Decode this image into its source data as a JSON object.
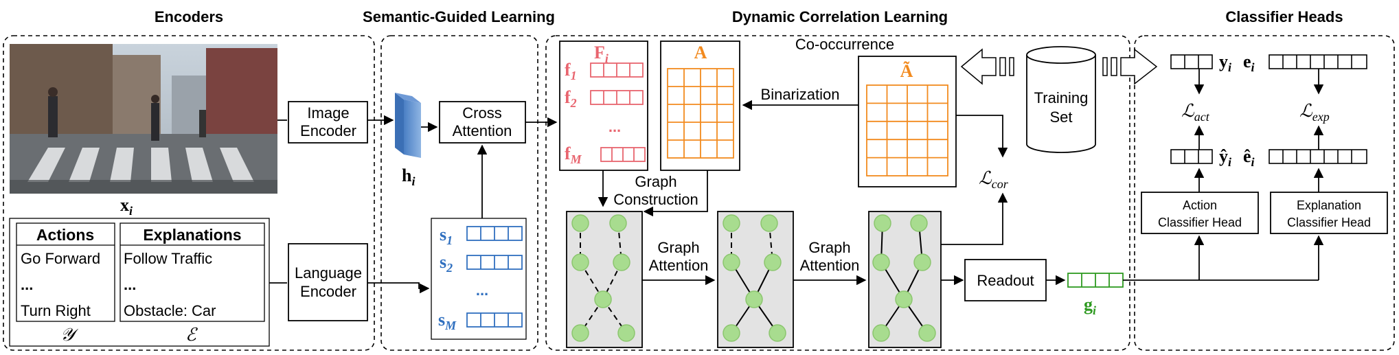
{
  "headers": {
    "encoders": "Encoders",
    "semantic": "Semantic-Guided Learning",
    "dynamic": "Dynamic Correlation Learning",
    "classifier": "Classifier Heads"
  },
  "encoders": {
    "image_encoder": [
      "Image",
      "Encoder"
    ],
    "language_encoder": [
      "Language",
      "Encoder"
    ],
    "x_label": "x",
    "x_sub": "i",
    "table": {
      "actions_header": "Actions",
      "explanations_header": "Explanations",
      "actions": [
        "Go Forward",
        "...",
        "Turn Right"
      ],
      "explanations": [
        "Follow Traffic",
        "...",
        "Obstacle: Car"
      ],
      "actions_symbol": "𝒴",
      "explanations_symbol": "ℰ"
    }
  },
  "semantic": {
    "h_label": "h",
    "h_sub": "i",
    "cross_attention": [
      "Cross",
      "Attention"
    ],
    "s_labels": [
      "s",
      "s",
      "s"
    ],
    "s_subs": [
      "1",
      "2",
      "M"
    ],
    "s_dots": "..."
  },
  "dynamic": {
    "F_label": "F",
    "F_sub": "i",
    "f_labels": [
      "f",
      "f",
      "f"
    ],
    "f_subs": [
      "1",
      "2",
      "M"
    ],
    "f_dots": "...",
    "A_label": "A",
    "A_tilde_label": "Ã",
    "cooccurrence": "Co-occurrence",
    "binarization": "Binarization",
    "training_set": [
      "Training",
      "Set"
    ],
    "graph_construction": [
      "Graph",
      "Construction"
    ],
    "graph_attention_1": [
      "Graph",
      "Attention"
    ],
    "graph_attention_2": [
      "Graph",
      "Attention"
    ],
    "readout": "Readout",
    "loss_cor": "ℒ",
    "loss_cor_sub": "cor",
    "g_label": "g",
    "g_sub": "i"
  },
  "classifier": {
    "y_label": "y",
    "y_sub": "i",
    "e_label": "e",
    "e_sub": "i",
    "yhat_label": "ŷ",
    "ehat_label": "ê",
    "loss_act": "ℒ",
    "loss_act_sub": "act",
    "loss_exp": "ℒ",
    "loss_exp_sub": "exp",
    "action_head": [
      "Action",
      "Classifier Head"
    ],
    "explanation_head": [
      "Explanation",
      "Classifier Head"
    ]
  },
  "colors": {
    "red": "#e8646e",
    "orange": "#f28a1e",
    "blue": "#2f6fbf",
    "green": "#2e9a20",
    "node": "#a8dc8f",
    "graph_bg": "#e3e3e3"
  }
}
